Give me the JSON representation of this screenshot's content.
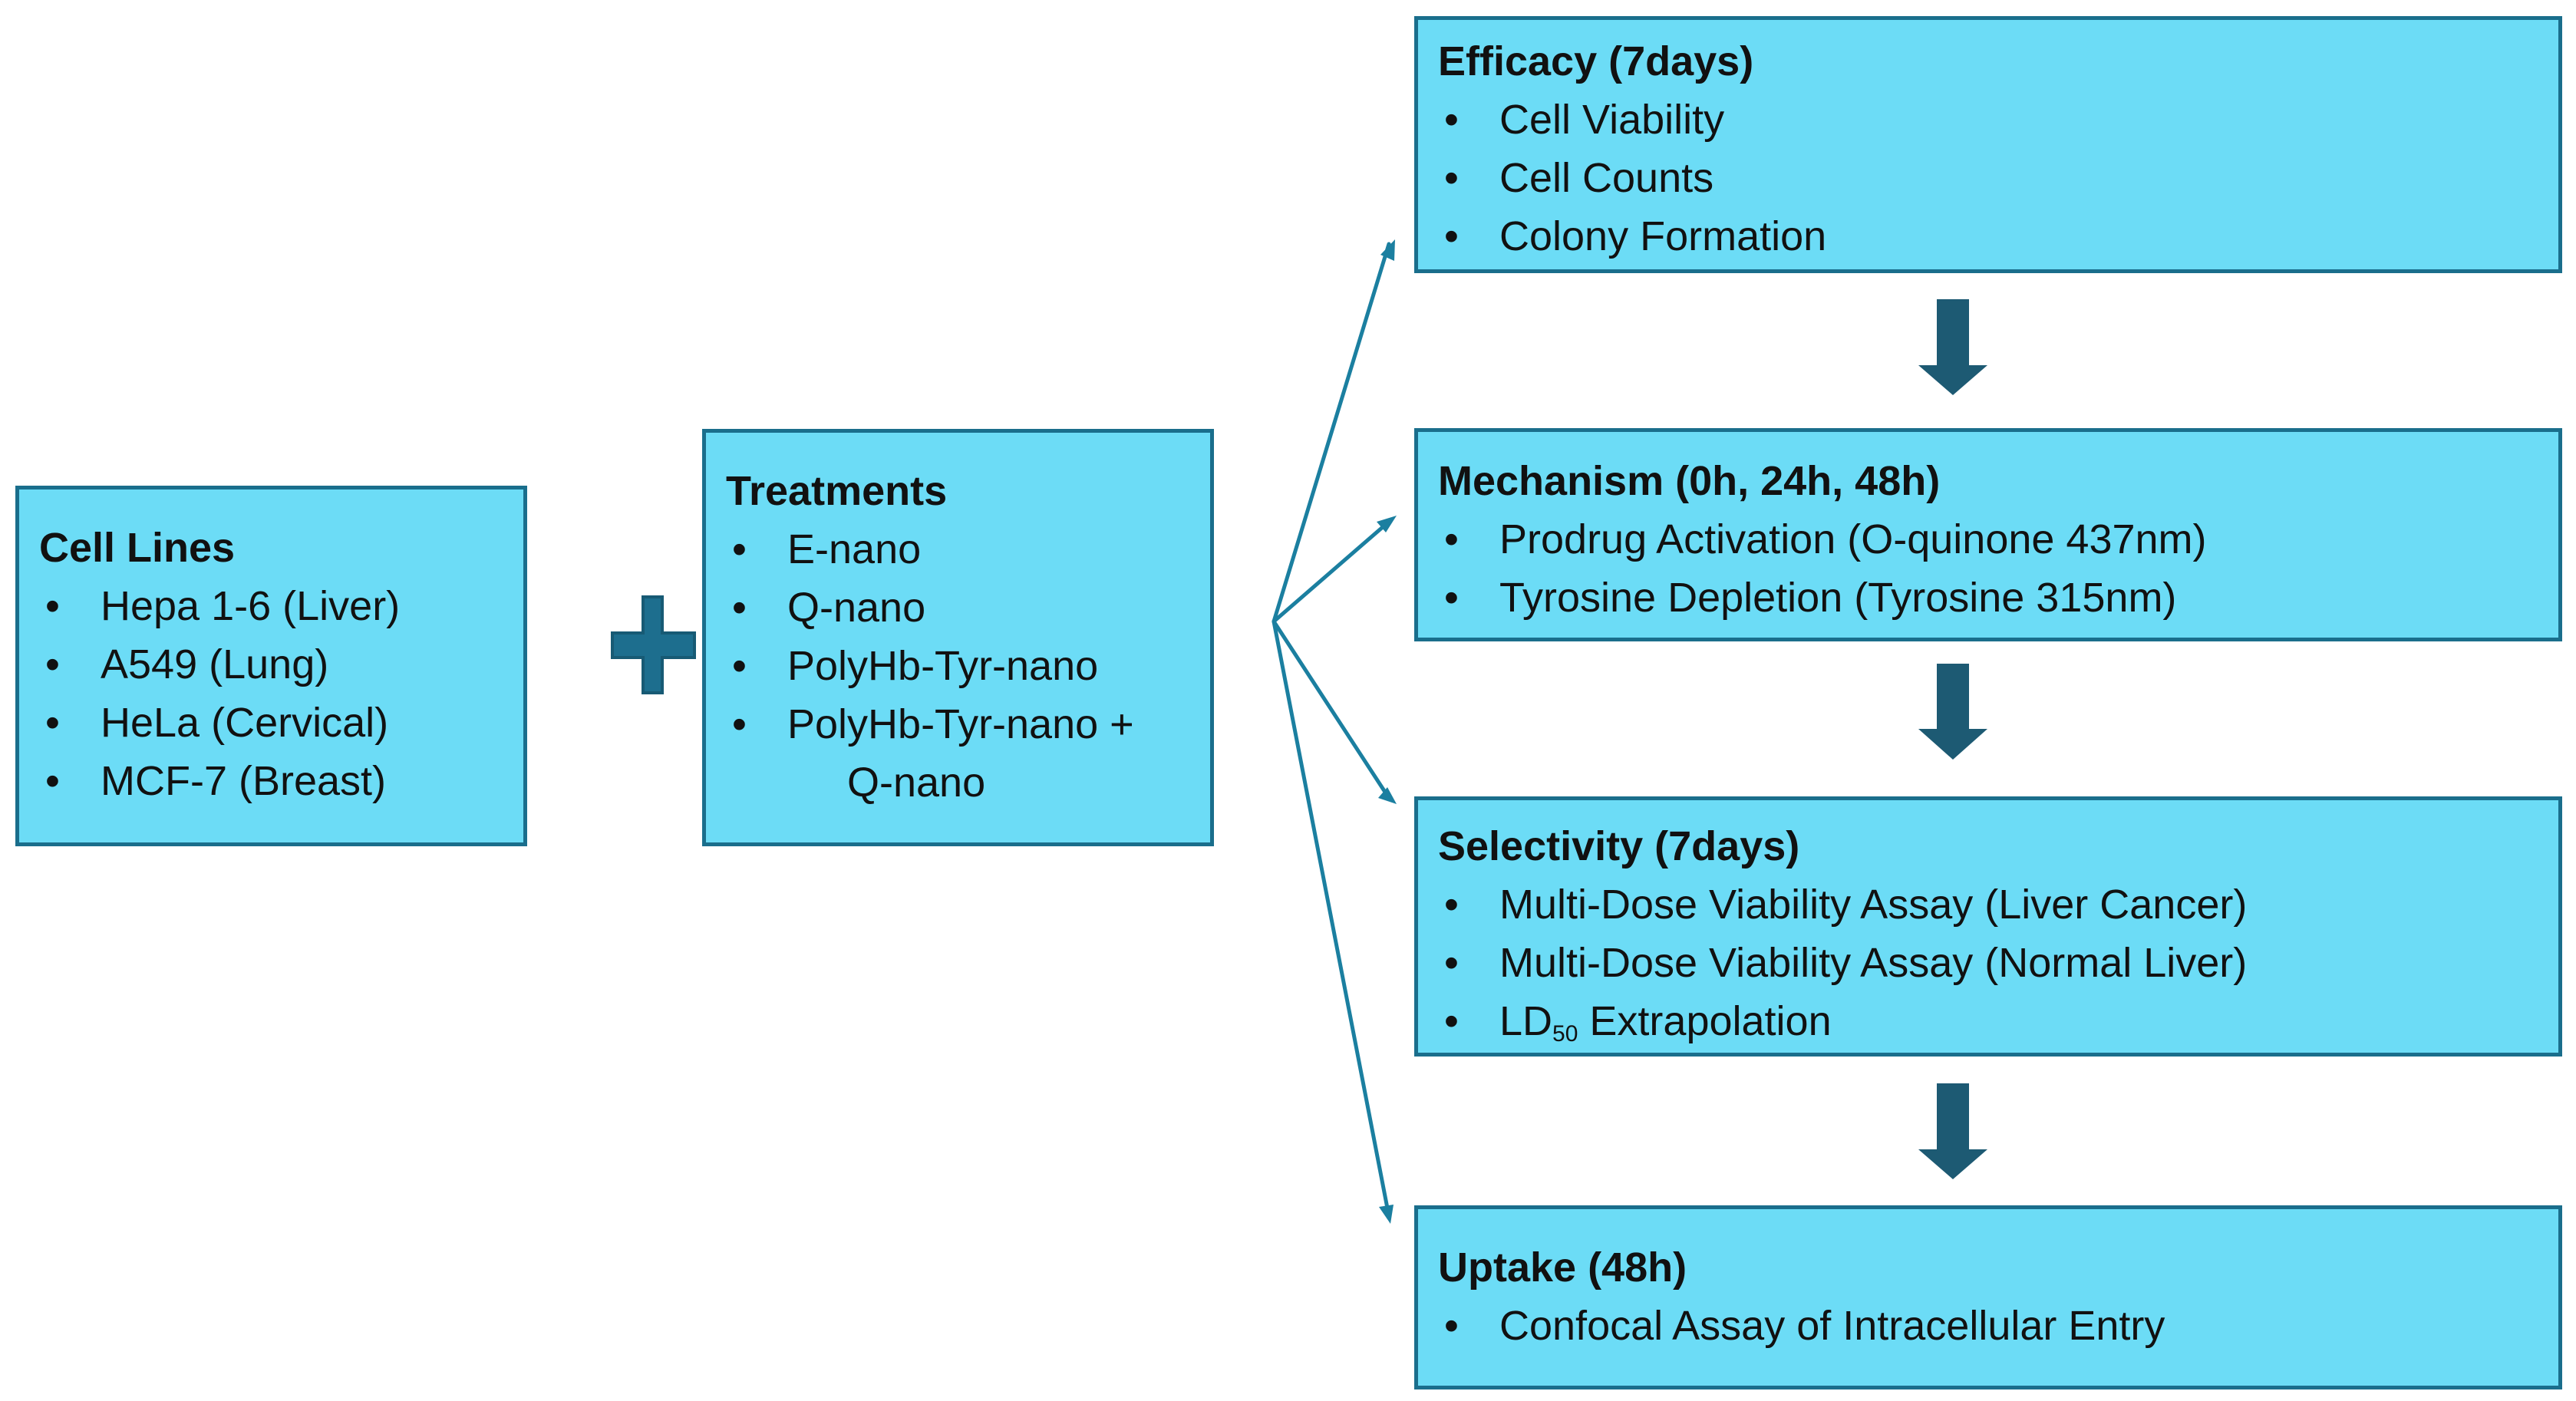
{
  "cell_lines": {
    "title": "Cell Lines",
    "items": [
      "Hepa 1-6 (Liver)",
      "A549 (Lung)",
      "HeLa (Cervical)",
      "MCF-7 (Breast)"
    ]
  },
  "treatments": {
    "title": "Treatments",
    "items": [
      "E-nano",
      "Q-nano",
      "PolyHb-Tyr-nano",
      "PolyHb-Tyr-nano +"
    ],
    "item_continuation": "Q-nano"
  },
  "efficacy": {
    "title": "Efficacy (7days)",
    "items": [
      "Cell Viability",
      "Cell Counts",
      "Colony Formation"
    ]
  },
  "mechanism": {
    "title": "Mechanism (0h, 24h, 48h)",
    "items": [
      "Prodrug Activation (O-quinone 437nm)",
      "Tyrosine Depletion (Tyrosine 315nm)"
    ]
  },
  "selectivity": {
    "title": "Selectivity (7days)",
    "items": [
      "Multi-Dose Viability Assay (Liver Cancer)",
      "Multi-Dose Viability Assay (Normal Liver)"
    ],
    "ld_prefix": "LD",
    "ld_subscript": "50",
    "ld_suffix": " Extrapolation"
  },
  "uptake": {
    "title": "Uptake (48h)",
    "items": [
      "Confocal Assay of Intracellular Entry"
    ]
  },
  "colors": {
    "box_fill": "#6cdcf6",
    "box_border": "#1a6e8c",
    "connector": "#1b7fa0",
    "down_arrow": "#1d5a73"
  }
}
